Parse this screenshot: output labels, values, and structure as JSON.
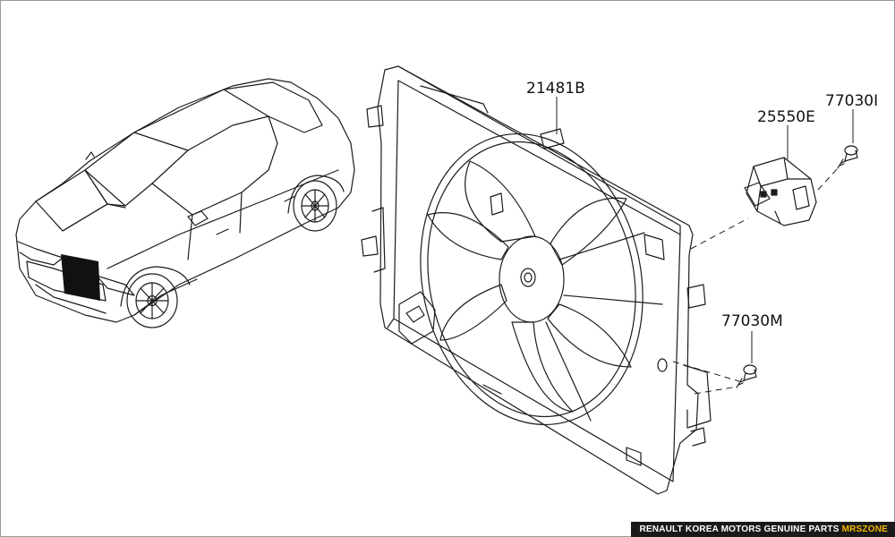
{
  "diagram": {
    "part_labels": [
      "21481B",
      "25550E",
      "77030I",
      "77030M"
    ]
  },
  "footer": {
    "brand_text": "RENAULT KOREA MOTORS GENUINE PARTS",
    "site_text": "MRSZONE"
  },
  "colors": {
    "line": "#1c1c1c",
    "footer_bg": "#1a1a1a",
    "footer_accent": "#f5b800"
  }
}
